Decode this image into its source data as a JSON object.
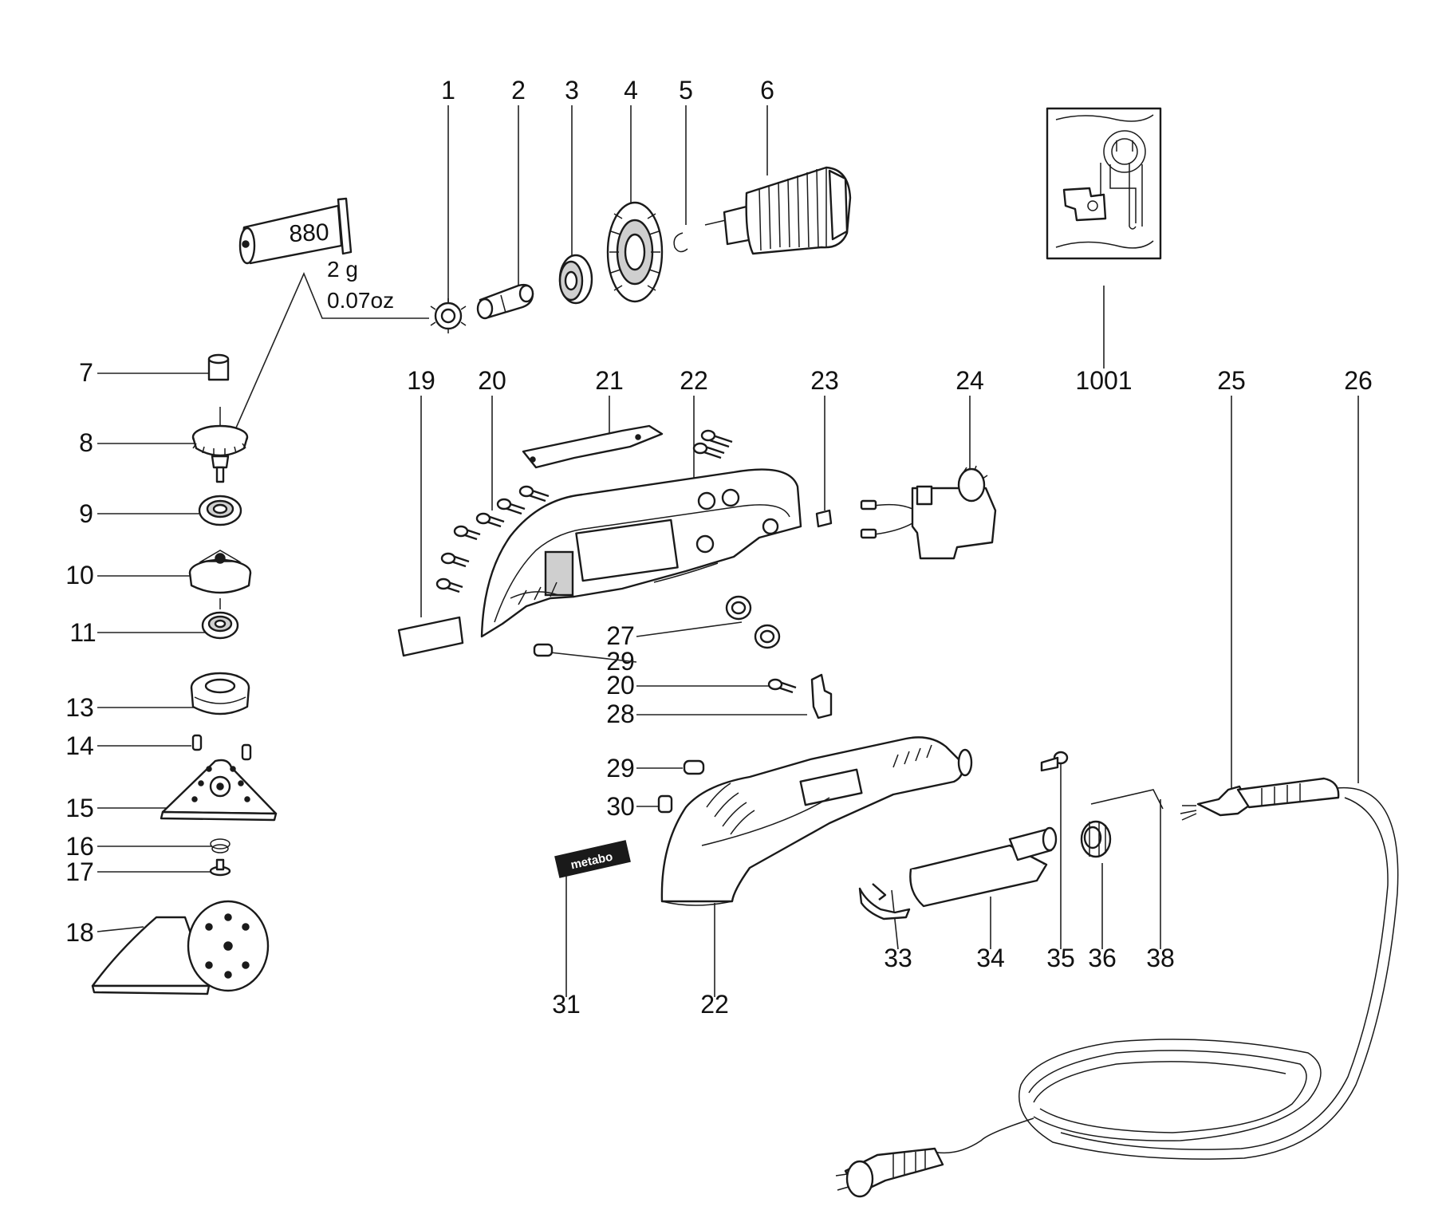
{
  "tube": {
    "number": "880",
    "weight_g": "2 g",
    "weight_oz": "0.07oz"
  },
  "label_plate": "metabo",
  "part_labels": [
    {
      "id": "1",
      "text": "1"
    },
    {
      "id": "2",
      "text": "2"
    },
    {
      "id": "3",
      "text": "3"
    },
    {
      "id": "4",
      "text": "4"
    },
    {
      "id": "5",
      "text": "5"
    },
    {
      "id": "6",
      "text": "6"
    },
    {
      "id": "7",
      "text": "7"
    },
    {
      "id": "8",
      "text": "8"
    },
    {
      "id": "9",
      "text": "9"
    },
    {
      "id": "10",
      "text": "10"
    },
    {
      "id": "11",
      "text": "11"
    },
    {
      "id": "13",
      "text": "13"
    },
    {
      "id": "14",
      "text": "14"
    },
    {
      "id": "15",
      "text": "15"
    },
    {
      "id": "16",
      "text": "16"
    },
    {
      "id": "17",
      "text": "17"
    },
    {
      "id": "18",
      "text": "18"
    },
    {
      "id": "19",
      "text": "19"
    },
    {
      "id": "20a",
      "text": "20"
    },
    {
      "id": "21",
      "text": "21"
    },
    {
      "id": "22a",
      "text": "22"
    },
    {
      "id": "23",
      "text": "23"
    },
    {
      "id": "24",
      "text": "24"
    },
    {
      "id": "1001",
      "text": "1001"
    },
    {
      "id": "25",
      "text": "25"
    },
    {
      "id": "26",
      "text": "26"
    },
    {
      "id": "27",
      "text": "27"
    },
    {
      "id": "29a",
      "text": "29"
    },
    {
      "id": "20b",
      "text": "20"
    },
    {
      "id": "28",
      "text": "28"
    },
    {
      "id": "29b",
      "text": "29"
    },
    {
      "id": "30",
      "text": "30"
    },
    {
      "id": "31",
      "text": "31"
    },
    {
      "id": "22b",
      "text": "22"
    },
    {
      "id": "33",
      "text": "33"
    },
    {
      "id": "34",
      "text": "34"
    },
    {
      "id": "35",
      "text": "35"
    },
    {
      "id": "36",
      "text": "36"
    },
    {
      "id": "38",
      "text": "38"
    }
  ]
}
